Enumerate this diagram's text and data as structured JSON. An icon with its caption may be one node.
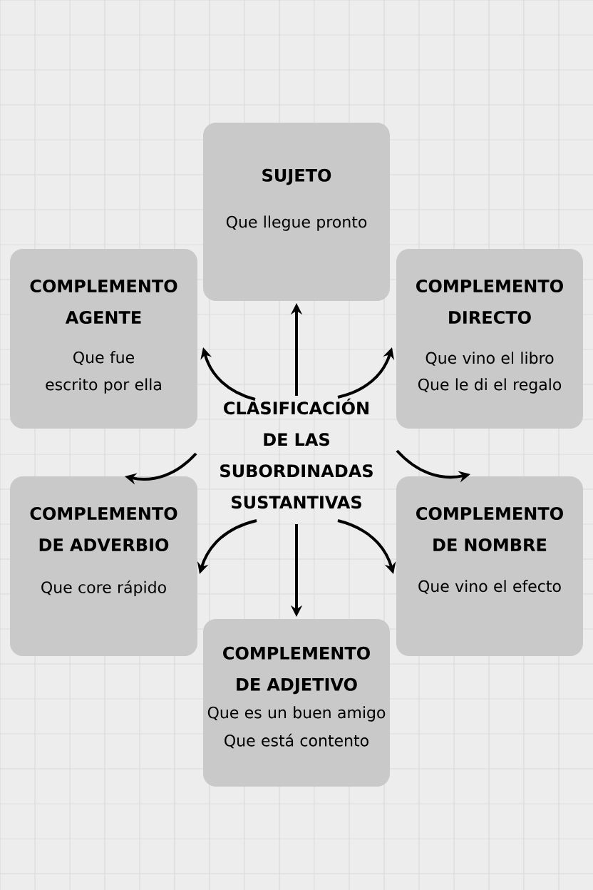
{
  "diagram": {
    "nodes": [
      {
        "text": [
          "CLASIFICACIÓN DE LAS SUBORDINADAS SUSTANTIVAS"
        ]
      },
      {
        "text": [
          "SUJETO",
          "Que llegue pronto"
        ]
      },
      {
        "text": [
          "COMPLEMENTO AGENTE",
          "Que fue escrito por ella"
        ]
      },
      {
        "text": [
          "COMPLEMENTO DIRECTO",
          "Que vino el libro",
          "Que le di el regalo"
        ]
      },
      {
        "text": [
          "COMPLEMENTO DE ADVERBIO",
          "Que core rápido"
        ]
      },
      {
        "text": [
          "COMPLEMENTO DE NOMBRE",
          "Que vino el efecto"
        ]
      },
      {
        "text": [
          "COMPLEMENTO DE ADJETIVO",
          "Que es un buen amigo",
          "Que está contento"
        ]
      }
    ],
    "edges": [
      {
        "from": 0,
        "to": 1,
        "arrow": "to"
      },
      {
        "from": 0,
        "to": 2,
        "arrow": "to"
      },
      {
        "from": 0,
        "to": 3,
        "arrow": "to"
      },
      {
        "from": 0,
        "to": 4,
        "arrow": "to"
      },
      {
        "from": 0,
        "to": 5,
        "arrow": "to"
      },
      {
        "from": 0,
        "to": 4,
        "arrow": "to"
      },
      {
        "from": 0,
        "to": 5,
        "arrow": "to"
      },
      {
        "from": 0,
        "to": 6,
        "arrow": "to"
      }
    ]
  }
}
